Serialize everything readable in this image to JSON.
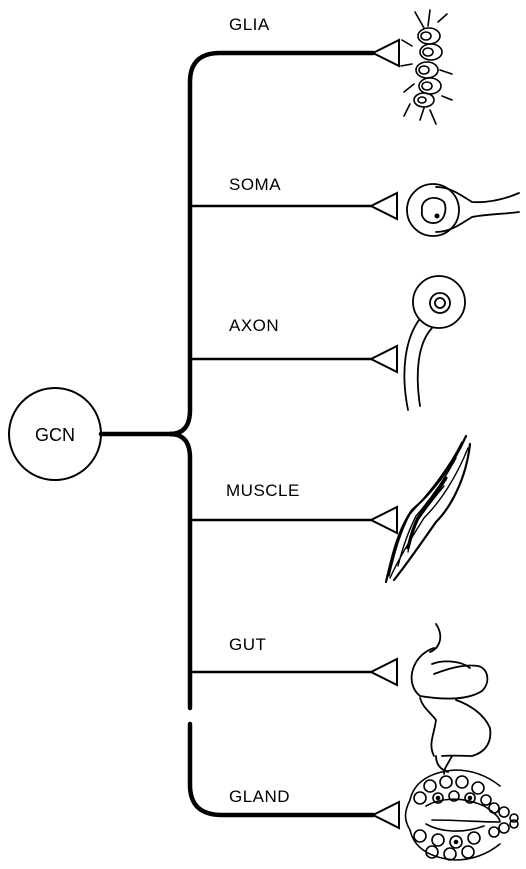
{
  "source": {
    "label": "GCN"
  },
  "targets": [
    {
      "label": "GLIA"
    },
    {
      "label": "SOMA"
    },
    {
      "label": "AXON"
    },
    {
      "label": "MUSCLE"
    },
    {
      "label": "GUT"
    },
    {
      "label": "GLAND"
    }
  ],
  "colors": {
    "ink": "#000000",
    "background": "#ffffff"
  },
  "icons": [
    "glia-cells-icon",
    "soma-cell-icon",
    "axon-cell-icon",
    "muscle-fiber-icon",
    "gut-icon",
    "gland-icon"
  ]
}
